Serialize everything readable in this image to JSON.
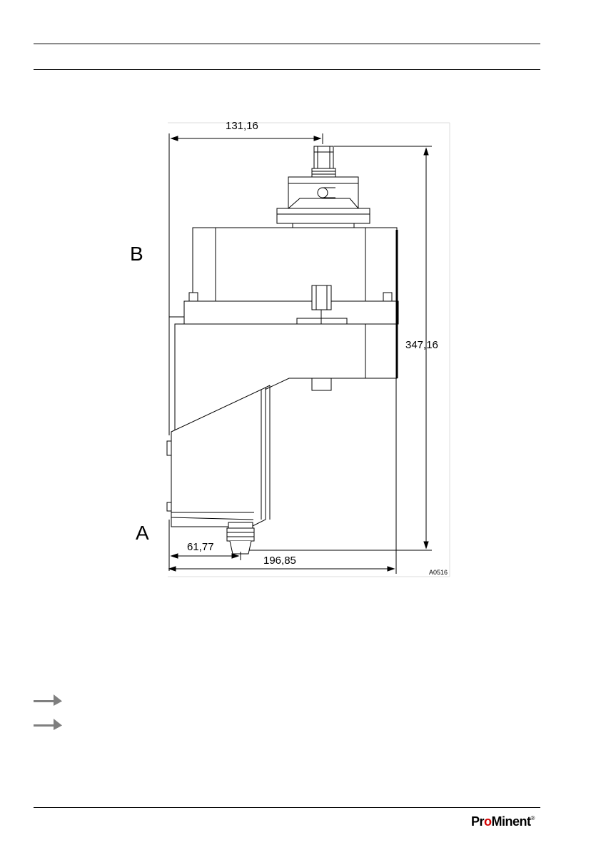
{
  "drawing": {
    "dimensions": {
      "top_width": "131,16",
      "height": "347,16",
      "bottom_offset": "61,77",
      "total_width": "196,85"
    },
    "labels": {
      "view_b": "B",
      "view_a": "A"
    },
    "figure_ref": "A0516"
  },
  "steps": [
    {
      "icon": "arrow-right-icon"
    },
    {
      "icon": "arrow-right-icon"
    }
  ],
  "footer": {
    "brand_pre": "Pr",
    "brand_o": "o",
    "brand_post": "Minent",
    "brand_mark": "®"
  }
}
